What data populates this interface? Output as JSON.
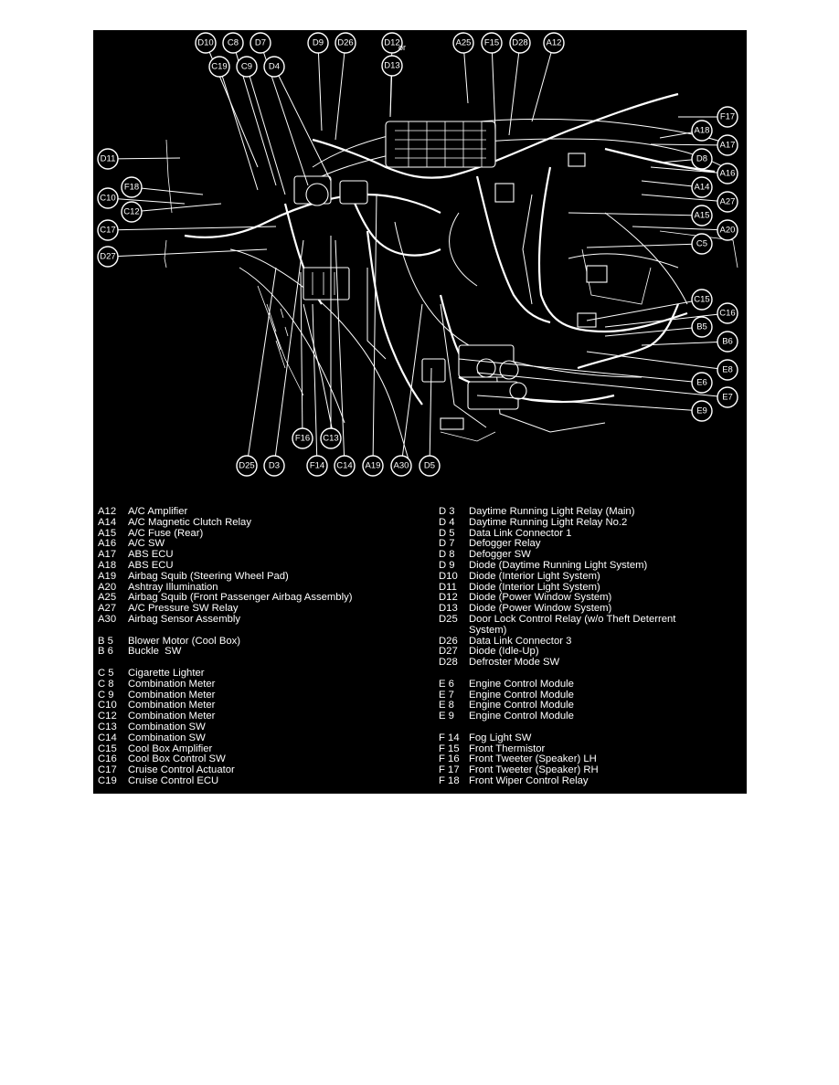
{
  "diagram": {
    "or_label": "or",
    "callouts": {
      "D10": "D10",
      "C8": "C8",
      "D7": "D7",
      "D9": "D9",
      "D26": "D26",
      "D12": "D12",
      "D13": "D13",
      "A25": "A25",
      "F15": "F15",
      "D28": "D28",
      "A12": "A12",
      "C19": "C19",
      "C9": "C9",
      "D4": "D4",
      "D11": "D11",
      "F18": "F18",
      "C10": "C10",
      "C12": "C12",
      "C17": "C17",
      "D27": "D27",
      "F17": "F17",
      "A18": "A18",
      "A17": "A17",
      "D8": "D8",
      "A16": "A16",
      "A14": "A14",
      "A27": "A27",
      "A15": "A15",
      "A20": "A20",
      "C5": "C5",
      "C15": "C15",
      "C16": "C16",
      "B5": "B5",
      "B6": "B6",
      "E8": "E8",
      "E6": "E6",
      "E7": "E7",
      "E9": "E9",
      "F16": "F16",
      "C13": "C13",
      "D25": "D25",
      "D3": "D3",
      "F14": "F14",
      "C14": "C14",
      "A19": "A19",
      "A30": "A30",
      "D5": "D5"
    }
  },
  "legend_left": [
    {
      "code": "A12",
      "name": "A/C Amplifier"
    },
    {
      "code": "A14",
      "name": "A/C Magnetic Clutch Relay"
    },
    {
      "code": "A15",
      "name": "A/C Fuse (Rear)"
    },
    {
      "code": "A16",
      "name": "A/C SW"
    },
    {
      "code": "A17",
      "name": "ABS ECU"
    },
    {
      "code": "A18",
      "name": "ABS ECU"
    },
    {
      "code": "A19",
      "name": "Airbag Squib (Steering Wheel Pad)"
    },
    {
      "code": "A20",
      "name": "Ashtray Illumination"
    },
    {
      "code": "A25",
      "name": "Airbag Squib (Front Passenger Airbag Assembly)"
    },
    {
      "code": "A27",
      "name": "A/C Pressure SW Relay"
    },
    {
      "code": "A30",
      "name": "Airbag Sensor Assembly"
    },
    {
      "code": "",
      "name": ""
    },
    {
      "code": "B  5",
      "name": "Blower Motor (Cool Box)"
    },
    {
      "code": "B  6",
      "name": "Buckle  SW"
    },
    {
      "code": "",
      "name": ""
    },
    {
      "code": "C  5",
      "name": "Cigarette Lighter"
    },
    {
      "code": "C  8",
      "name": "Combination Meter"
    },
    {
      "code": "C  9",
      "name": "Combination Meter"
    },
    {
      "code": "C10",
      "name": "Combination Meter"
    },
    {
      "code": "C12",
      "name": "Combination Meter"
    },
    {
      "code": "C13",
      "name": "Combination SW"
    },
    {
      "code": "C14",
      "name": "Combination SW"
    },
    {
      "code": "C15",
      "name": "Cool Box Amplifier"
    },
    {
      "code": "C16",
      "name": "Cool Box Control SW"
    },
    {
      "code": "C17",
      "name": "Cruise Control Actuator"
    },
    {
      "code": "C19",
      "name": "Cruise Control ECU"
    }
  ],
  "legend_right": [
    {
      "code": "D  3",
      "name": "Daytime Running Light Relay (Main)"
    },
    {
      "code": "D  4",
      "name": "Daytime Running Light Relay No.2"
    },
    {
      "code": "D  5",
      "name": "Data Link Connector 1"
    },
    {
      "code": "D  7",
      "name": "Defogger Relay"
    },
    {
      "code": "D  8",
      "name": "Defogger SW"
    },
    {
      "code": "D  9",
      "name": "Diode (Daytime Running Light System)"
    },
    {
      "code": "D10",
      "name": "Diode (Interior Light System)"
    },
    {
      "code": "D11",
      "name": "Diode (Interior Light System)"
    },
    {
      "code": "D12",
      "name": "Diode (Power Window System)"
    },
    {
      "code": "D13",
      "name": "Diode (Power Window System)"
    },
    {
      "code": "D25",
      "name": "Door Lock Control Relay (w/o Theft Deterrent"
    },
    {
      "code": "",
      "name": "System)"
    },
    {
      "code": "D26",
      "name": "Data Link Connector 3"
    },
    {
      "code": "D27",
      "name": "Diode (Idle-Up)"
    },
    {
      "code": "D28",
      "name": "Defroster Mode SW"
    },
    {
      "code": "",
      "name": ""
    },
    {
      "code": "E  6",
      "name": "Engine Control Module"
    },
    {
      "code": "E  7",
      "name": "Engine Control Module"
    },
    {
      "code": "E  8",
      "name": "Engine Control Module"
    },
    {
      "code": "E  9",
      "name": "Engine Control Module"
    },
    {
      "code": "",
      "name": ""
    },
    {
      "code": "F 14",
      "name": "Fog Light SW"
    },
    {
      "code": "F 15",
      "name": "Front Thermistor"
    },
    {
      "code": "F 16",
      "name": "Front Tweeter (Speaker) LH"
    },
    {
      "code": "F 17",
      "name": "Front Tweeter (Speaker) RH"
    },
    {
      "code": "F 18",
      "name": "Front Wiper Control Relay"
    }
  ]
}
